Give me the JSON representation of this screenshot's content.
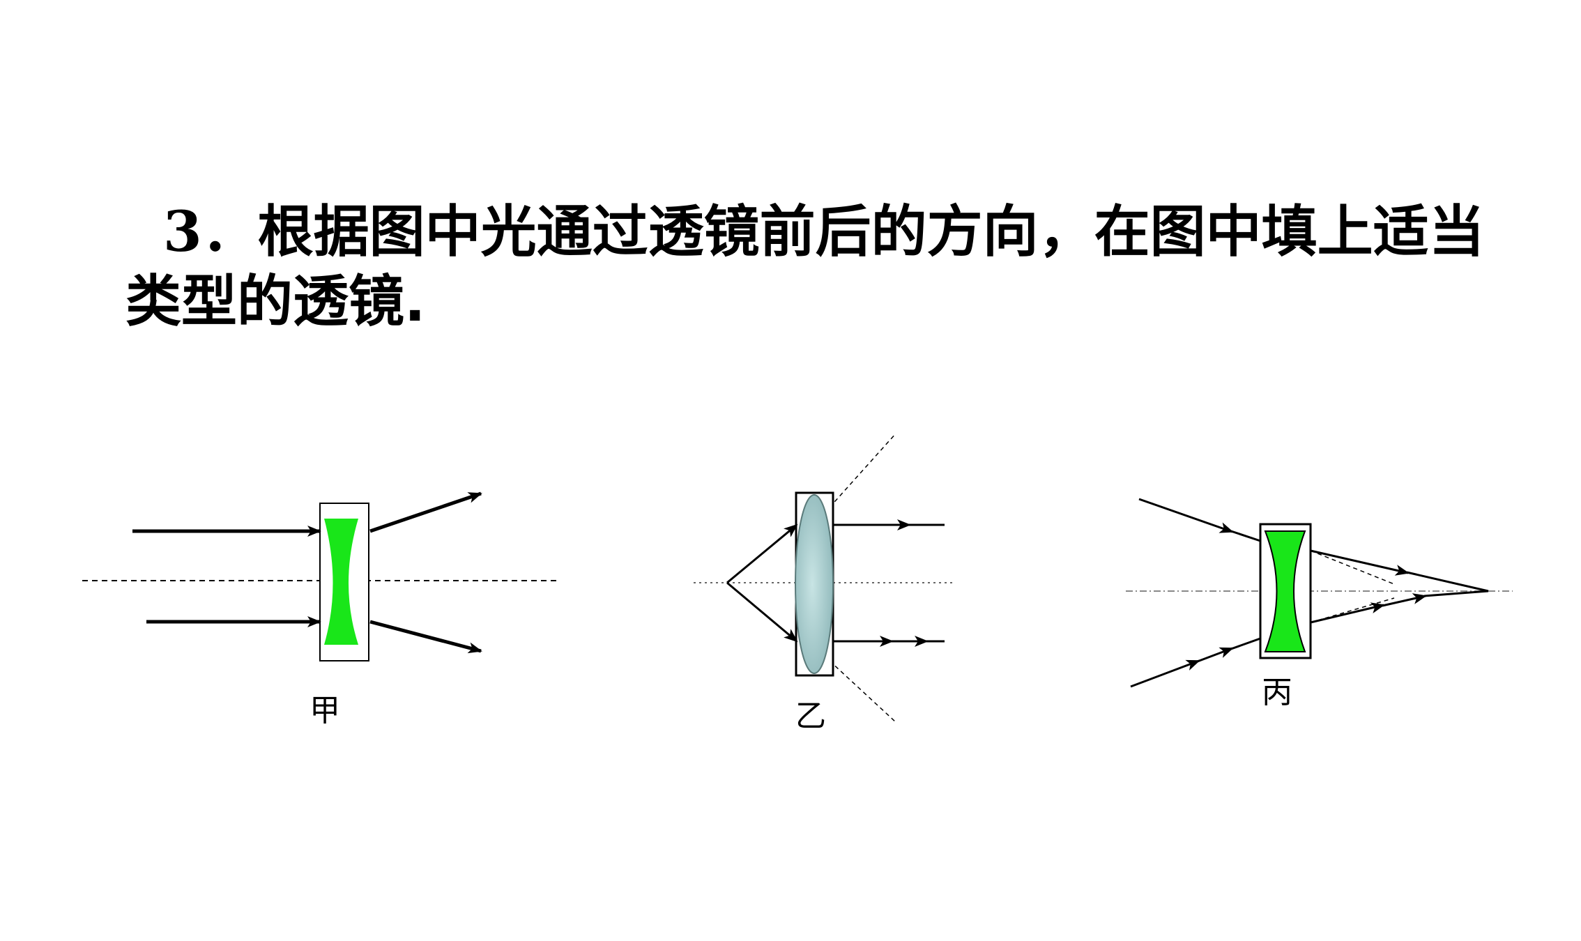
{
  "question": {
    "number": "3．",
    "line1": "根据图中光通过透镜前后的方向，在图中填上适当",
    "line2": "类型的透镜."
  },
  "figures": [
    {
      "label": "甲",
      "lens": "concave"
    },
    {
      "label": "乙",
      "lens": "convex"
    },
    {
      "label": "丙",
      "lens": "concave"
    }
  ],
  "colors": {
    "concave_lens": "#19e619",
    "convex_lens": "#a9cfd0",
    "ink": "#000000"
  }
}
